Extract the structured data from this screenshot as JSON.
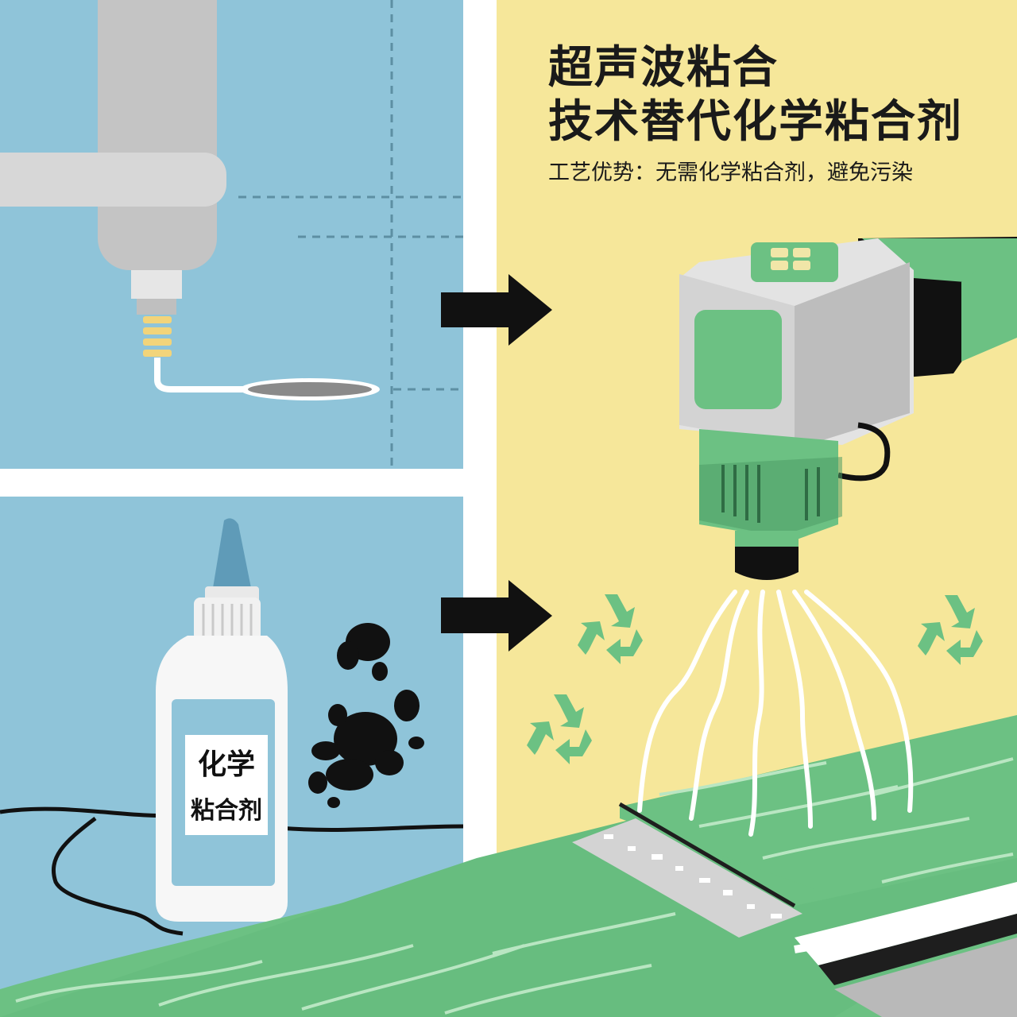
{
  "heading": {
    "line1": "超声波粘合",
    "line2": "技术替代化学粘合剂",
    "subtitle": "工艺优势：无需化学粘合剂，避免污染"
  },
  "bottle_label": {
    "line1": "化学",
    "line2": "粘合剂"
  },
  "colors": {
    "left_panel": "#8fc4d9",
    "right_panel": "#f6e79a",
    "green": "#6cc183",
    "dark": "#111111",
    "grey": "#cfcfcf"
  },
  "icons": [
    "arrow-right-icon",
    "arrow-right-icon",
    "recycle-icon",
    "recycle-icon",
    "recycle-icon",
    "glue-nozzle-icon",
    "glue-bottle-icon",
    "ultrasonic-welder-icon"
  ]
}
